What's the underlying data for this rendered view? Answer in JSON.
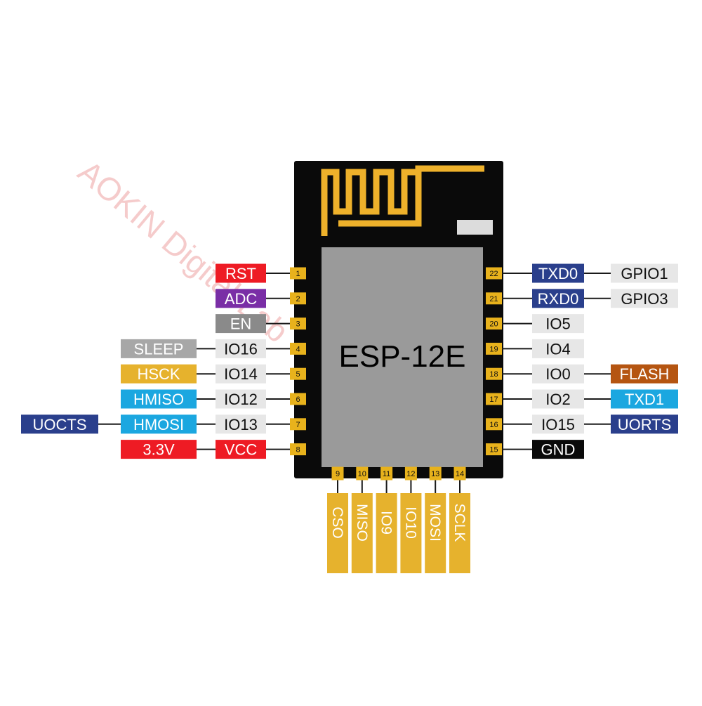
{
  "module": {
    "name": "ESP-12E",
    "colors": {
      "board": "#0a0a0a",
      "shield": "#9a9a9a",
      "antenna": "#eeb12b",
      "pad": "#e8b21c",
      "leader": "#1a1a1a"
    }
  },
  "watermark": "AOKIN Digital Lab",
  "label_colors": {
    "red": "#ee1b24",
    "purple": "#7a2ea6",
    "darkgray": "#8a8a8a",
    "midgray": "#a7a7a7",
    "lightgray": "#e7e7e7",
    "yellow": "#e6b22d",
    "cyan": "#1ba7e0",
    "navy": "#2a3f8c",
    "orange": "#b55511",
    "black": "#0a0a0a"
  },
  "left_pins": [
    {
      "num": "1",
      "labels": [
        {
          "text": "RST",
          "color": "red"
        }
      ]
    },
    {
      "num": "2",
      "labels": [
        {
          "text": "ADC",
          "color": "purple"
        }
      ]
    },
    {
      "num": "3",
      "labels": [
        {
          "text": "EN",
          "color": "darkgray"
        }
      ]
    },
    {
      "num": "4",
      "labels": [
        {
          "text": "IO16",
          "color": "lightgray"
        },
        {
          "text": "SLEEP",
          "color": "midgray"
        }
      ]
    },
    {
      "num": "5",
      "labels": [
        {
          "text": "IO14",
          "color": "lightgray"
        },
        {
          "text": "HSCK",
          "color": "yellow"
        }
      ]
    },
    {
      "num": "6",
      "labels": [
        {
          "text": "IO12",
          "color": "lightgray"
        },
        {
          "text": "HMISO",
          "color": "cyan"
        }
      ]
    },
    {
      "num": "7",
      "labels": [
        {
          "text": "IO13",
          "color": "lightgray"
        },
        {
          "text": "HMOSI",
          "color": "cyan"
        },
        {
          "text": "UOCTS",
          "color": "navy"
        }
      ]
    },
    {
      "num": "8",
      "labels": [
        {
          "text": "VCC",
          "color": "red"
        },
        {
          "text": "3.3V",
          "color": "red"
        }
      ]
    }
  ],
  "right_pins": [
    {
      "num": "22",
      "labels": [
        {
          "text": "TXD0",
          "color": "navy"
        },
        {
          "text": "GPIO1",
          "color": "lightgray"
        }
      ]
    },
    {
      "num": "21",
      "labels": [
        {
          "text": "RXD0",
          "color": "navy"
        },
        {
          "text": "GPIO3",
          "color": "lightgray"
        }
      ]
    },
    {
      "num": "20",
      "labels": [
        {
          "text": "IO5",
          "color": "lightgray"
        }
      ]
    },
    {
      "num": "19",
      "labels": [
        {
          "text": "IO4",
          "color": "lightgray"
        }
      ]
    },
    {
      "num": "18",
      "labels": [
        {
          "text": "IO0",
          "color": "lightgray"
        },
        {
          "text": "FLASH",
          "color": "orange"
        }
      ]
    },
    {
      "num": "17",
      "labels": [
        {
          "text": "IO2",
          "color": "lightgray"
        },
        {
          "text": "TXD1",
          "color": "cyan"
        }
      ]
    },
    {
      "num": "16",
      "labels": [
        {
          "text": "IO15",
          "color": "lightgray"
        },
        {
          "text": "UORTS",
          "color": "navy"
        }
      ]
    },
    {
      "num": "15",
      "labels": [
        {
          "text": "GND",
          "color": "black"
        }
      ]
    }
  ],
  "bottom_pins": [
    {
      "num": "9",
      "label": "CSO"
    },
    {
      "num": "10",
      "label": "MISO"
    },
    {
      "num": "11",
      "label": "IO9"
    },
    {
      "num": "12",
      "label": "IO10"
    },
    {
      "num": "13",
      "label": "MOSI"
    },
    {
      "num": "14",
      "label": "SCLK"
    }
  ]
}
